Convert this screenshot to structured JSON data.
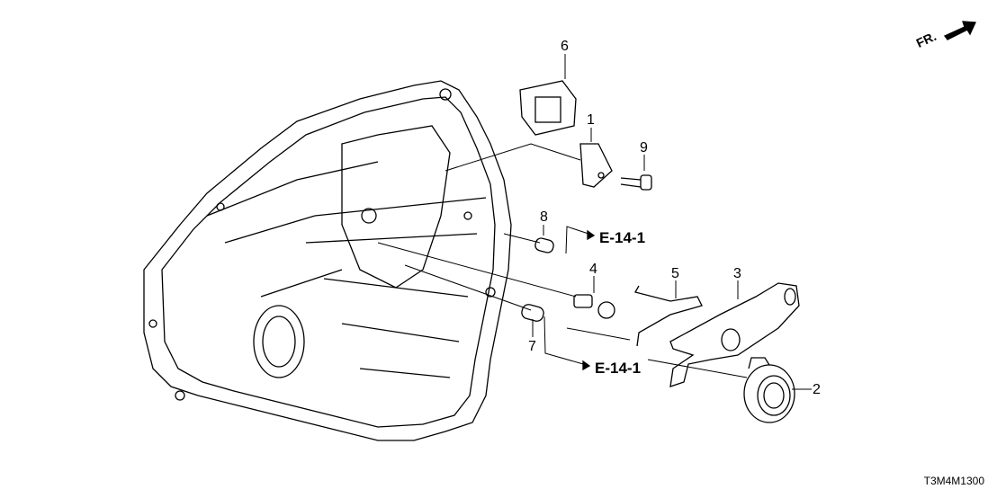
{
  "direction_label": "FR.",
  "callouts": [
    "1",
    "2",
    "3",
    "4",
    "5",
    "6",
    "7",
    "8",
    "9"
  ],
  "references": [
    "E-14-1",
    "E-14-1"
  ],
  "diagram_code": "T3M4M1300"
}
